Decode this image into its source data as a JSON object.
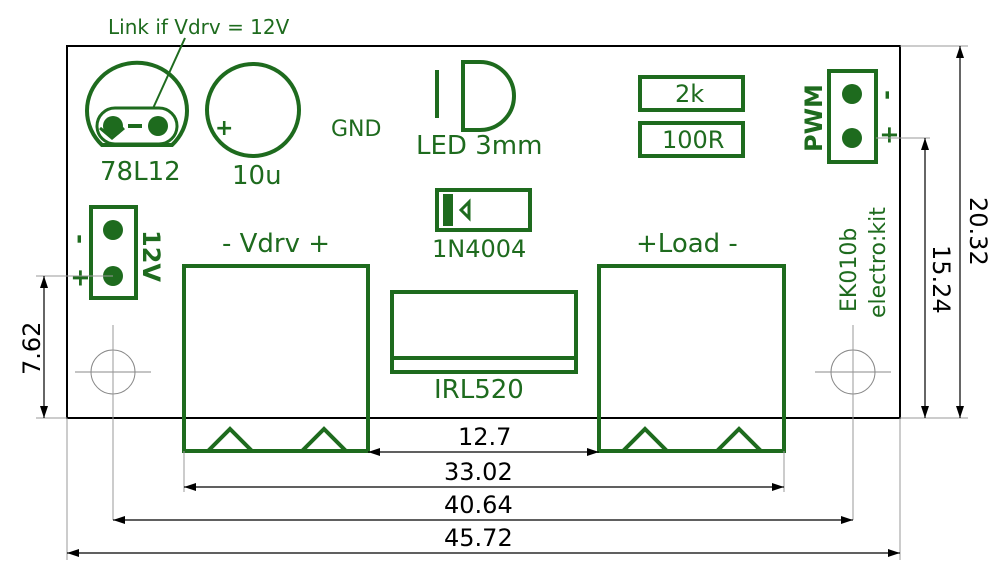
{
  "board": {
    "name": "EK010b",
    "brand": "electro:kit"
  },
  "labels": {
    "link_note": "Link if Vdrv = 12V",
    "regulator": "78L12",
    "capacitor": "10u",
    "cap_plus": "+",
    "gnd": "GND",
    "led": "LED 3mm",
    "resistor_1": "2k",
    "resistor_2": "100R",
    "pwm": "PWM",
    "pwm_minus": "-",
    "pwm_plus": "+",
    "diode": "1N4004",
    "power_minus": "-",
    "power_plus": "+",
    "power_voltage": "12V",
    "vdrv": "- Vdrv +",
    "load": "+Load -",
    "mosfet": "IRL520"
  },
  "dimensions": {
    "terminal_spacing": "12.7",
    "terminal_span": "33.02",
    "hole_spacing": "40.64",
    "board_width": "45.72",
    "board_height": "20.32",
    "pwm_height": "15.24",
    "hole_height": "7.62"
  },
  "colors": {
    "silkscreen": "#1e6b1e",
    "dimension": "#000000",
    "extension": "#999999"
  }
}
